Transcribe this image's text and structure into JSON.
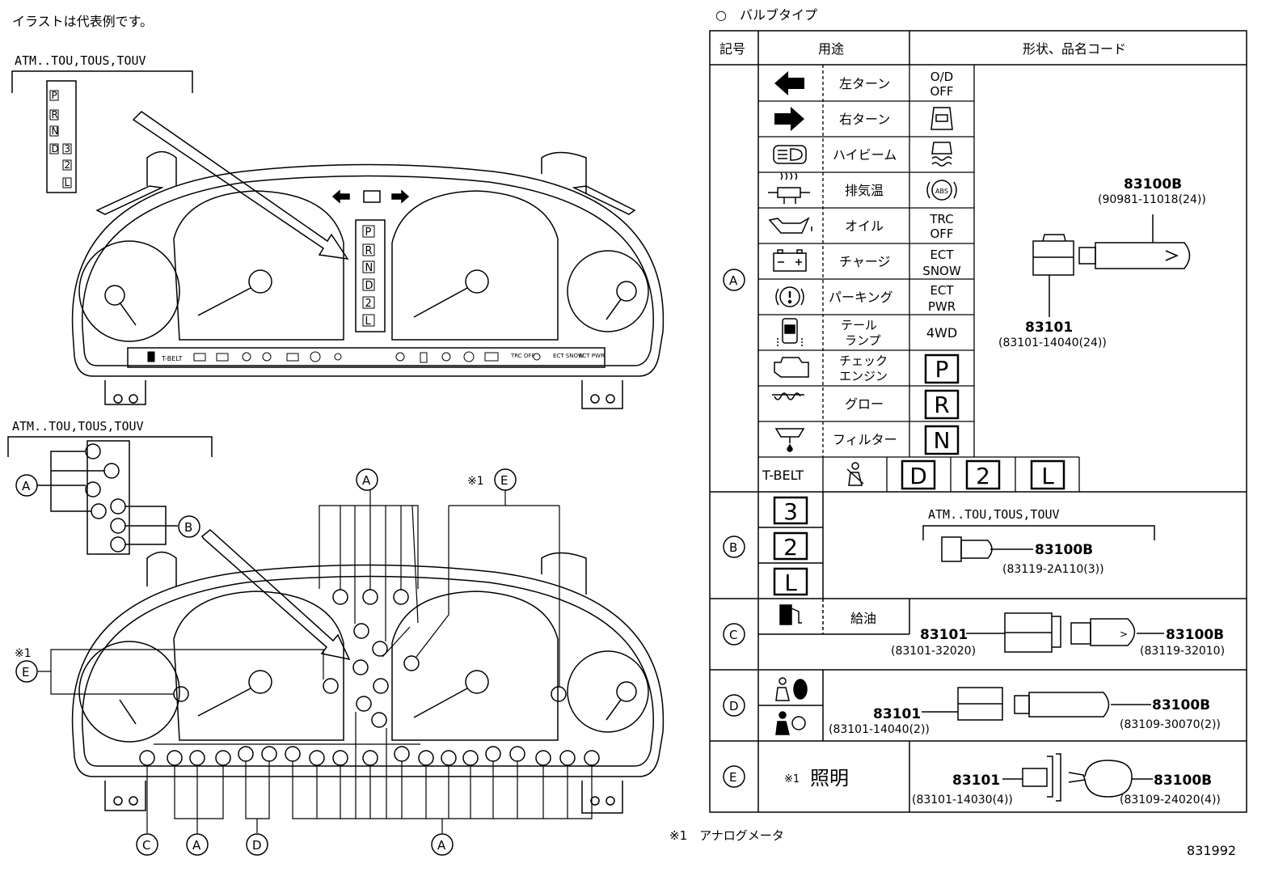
{
  "header": {
    "note": "イラストは代表例です。",
    "variant_label_top": "ATM..TOU,TOUS,TOUV",
    "variant_label_bottom": "ATM..TOU,TOUS,TOUV",
    "footnote_mark": "※1",
    "footnote_text": "※1　アナログメータ",
    "figure_id": "831992"
  },
  "top_view": {
    "shift_letters": [
      "P",
      "R",
      "N",
      "D",
      "3",
      "2",
      "L"
    ],
    "cluster_shift": [
      "P",
      "R",
      "N",
      "D",
      "2",
      "L"
    ],
    "indicator_texts": [
      "T-BELT",
      "TRC OFF",
      "ECT SNOW",
      "ECT PWR"
    ]
  },
  "callouts": {
    "A": "A",
    "B": "B",
    "C": "C",
    "D": "D",
    "E": "E",
    "note_mark": "※1"
  },
  "table": {
    "section_title": "○　バルブタイプ",
    "headers": {
      "symbol": "記号",
      "use": "用途",
      "shape": "形状、品名コード"
    },
    "group_A": {
      "label": "A",
      "rows": [
        {
          "icon": "left-turn-icon",
          "use": "左ターン",
          "right": "O/D OFF"
        },
        {
          "icon": "right-turn-icon",
          "use": "右ターン",
          "right": "door-icon"
        },
        {
          "icon": "high-beam-icon",
          "use": "ハイビーム",
          "right": "slip-icon"
        },
        {
          "icon": "exhaust-temp-icon",
          "use": "排気温",
          "right": "ABS"
        },
        {
          "icon": "oil-icon",
          "use": "オイル",
          "right": "TRC OFF"
        },
        {
          "icon": "charge-icon",
          "use": "チャージ",
          "right": "ECT SNOW"
        },
        {
          "icon": "parking-icon",
          "use": "パーキング",
          "right": "ECT PWR"
        },
        {
          "icon": "tail-lamp-icon",
          "use": "テール ランプ",
          "right": "4WD"
        },
        {
          "icon": "check-engine-icon",
          "use": "チェック エンジン",
          "right": "P"
        },
        {
          "icon": "glow-icon",
          "use": "グロー",
          "right": "R"
        },
        {
          "icon": "filter-icon",
          "use": "フィルター",
          "right": "N"
        }
      ],
      "bottom_row": [
        "T-BELT",
        "seatbelt-icon",
        "D",
        "2",
        "L"
      ],
      "part_bulb": "83100B",
      "part_bulb_code": "(90981-11018(24))",
      "part_socket": "83101",
      "part_socket_code": "(83101-14040(24))"
    },
    "group_B": {
      "label": "B",
      "letters": [
        "3",
        "2",
        "L"
      ],
      "variant": "ATM..TOU,TOUS,TOUV",
      "part": "83100B",
      "code": "(83119-2A110(3))"
    },
    "group_C": {
      "label": "C",
      "use": "給油",
      "socket": "83101",
      "socket_code": "(83101-32020)",
      "bulb": "83100B",
      "bulb_code": "(83119-32010)"
    },
    "group_D": {
      "label": "D",
      "socket": "83101",
      "socket_code": "(83101-14040(2))",
      "bulb": "83100B",
      "bulb_code": "(83109-30070(2))"
    },
    "group_E": {
      "label": "E",
      "use_mark": "※1",
      "use": "照明",
      "socket": "83101",
      "socket_code": "(83101-14030(4))",
      "bulb": "83100B",
      "bulb_code": "(83109-24020(4))"
    }
  },
  "style": {
    "line": "#000000",
    "bg": "#ffffff"
  }
}
